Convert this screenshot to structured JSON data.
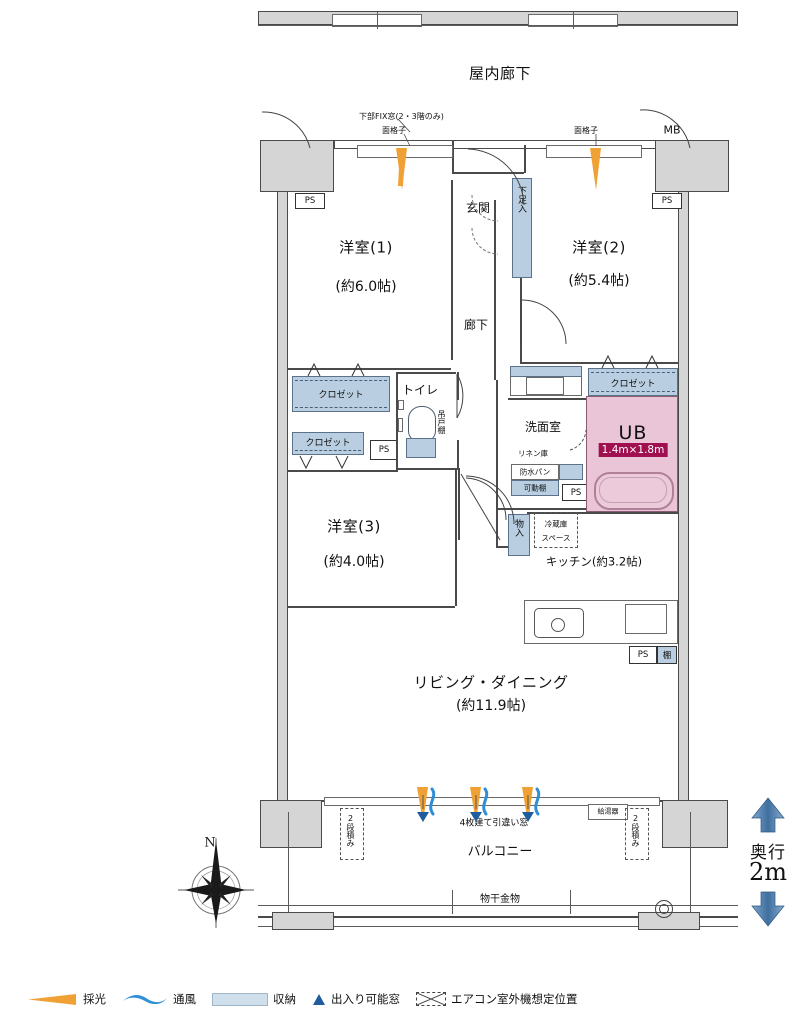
{
  "plan": {
    "corridor_top_label": "屋内廊下",
    "mb_label": "MB",
    "ps_label": "PS",
    "entrance": "玄関",
    "shoe_box": "下足入",
    "hallway": "廊下",
    "toilet": "トイレ",
    "hanging_cabinet": "吊戸棚",
    "washroom": "洗面室",
    "linen_cabinet": "リネン庫",
    "waterproof_pan": "防水パン",
    "movable_shelf": "可動棚",
    "closet": "クロゼット",
    "ub_label": "UB",
    "ub_size": "1.4m×1.8m",
    "storage_mono": "物入",
    "fridge_space": "冷蔵庫スペース",
    "kitchen": "キッチン(約3.2帖)",
    "shelf_box": "棚",
    "balcony": "バルコニー",
    "drying_rack": "物干金物",
    "water_heater": "給湯器",
    "two_tier_stack": "2段積み",
    "sliding_window_note": "4枚建て引違い窓",
    "fix_window_note": "下部FIX窓(2・3階のみ)",
    "grille_note": "面格子",
    "compass_north": "N"
  },
  "rooms": [
    {
      "id": "washitsu1",
      "name": "洋室(1)",
      "size": "(約6.0帖)"
    },
    {
      "id": "washitsu2",
      "name": "洋室(2)",
      "size": "(約5.4帖)"
    },
    {
      "id": "washitsu3",
      "name": "洋室(3)",
      "size": "(約4.0帖)"
    },
    {
      "id": "living",
      "name": "リビング・ダイニング",
      "size": "(約11.9帖)"
    }
  ],
  "depth": {
    "label": "奥行",
    "value": "2m"
  },
  "legend": [
    {
      "id": "daylight",
      "label": "採光",
      "icon": "daylight-arrow-icon",
      "color": "#f0a135"
    },
    {
      "id": "ventilation",
      "label": "通風",
      "icon": "ventilation-wave-icon",
      "color": "#2e8fd6"
    },
    {
      "id": "storage",
      "label": "収納",
      "icon": "storage-swatch-icon",
      "color": "#cfe0ec"
    },
    {
      "id": "entry_window",
      "label": "出入り可能窓",
      "icon": "triangle-icon",
      "color": "#1f5c9e"
    },
    {
      "id": "ac_unit",
      "label": "エアコン室外機想定位置",
      "icon": "ac-outdoor-unit-icon",
      "color": "#444444"
    }
  ],
  "colors": {
    "storage_fill": "#b9cfe1",
    "bath_fill": "#e9c5d7",
    "bath_badge": "#a01050",
    "wall_fill": "#d5d5d5",
    "daylight": "#f0a135",
    "ventilation": "#2e8fd6",
    "entry_marker": "#1f5c9e"
  }
}
